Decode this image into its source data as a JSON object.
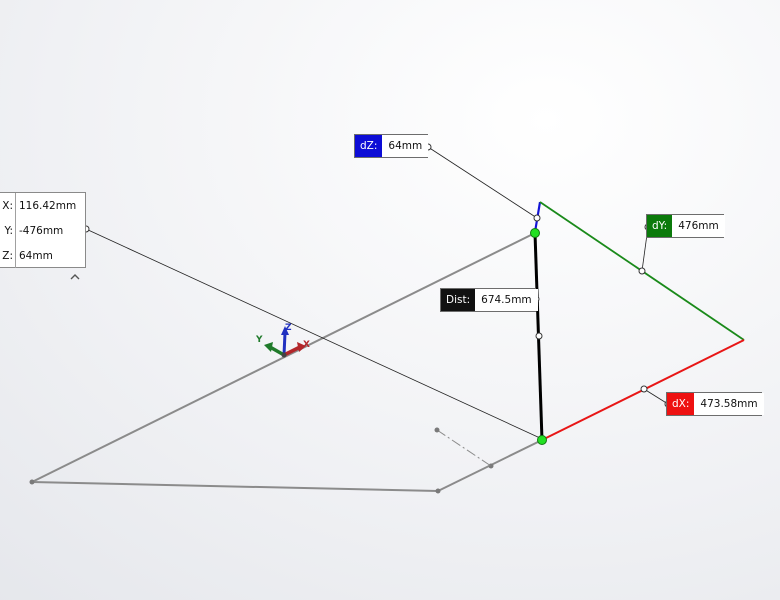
{
  "measurements": {
    "dz": {
      "tag": "dZ:",
      "value": "64mm",
      "color": "#0d0dd6"
    },
    "dy": {
      "tag": "dY:",
      "value": "476mm",
      "color": "#0b7a0b"
    },
    "dist": {
      "tag": "Dist:",
      "value": "674.5mm",
      "color": "#111111"
    },
    "dx": {
      "tag": "dX:",
      "value": "473.58mm",
      "color": "#ee1111"
    }
  },
  "coordinates": [
    {
      "label": "X:",
      "value": "116.42mm"
    },
    {
      "label": "Y:",
      "value": "-476mm"
    },
    {
      "label": "Z:",
      "value": "64mm"
    }
  ],
  "triad": {
    "x_label": "X",
    "y_label": "Y",
    "z_label": "Z",
    "x_color": "#b3262a",
    "y_color": "#1f7a2a",
    "z_color": "#2030c0"
  },
  "icons": {
    "collapse": "chevron-up-icon"
  }
}
